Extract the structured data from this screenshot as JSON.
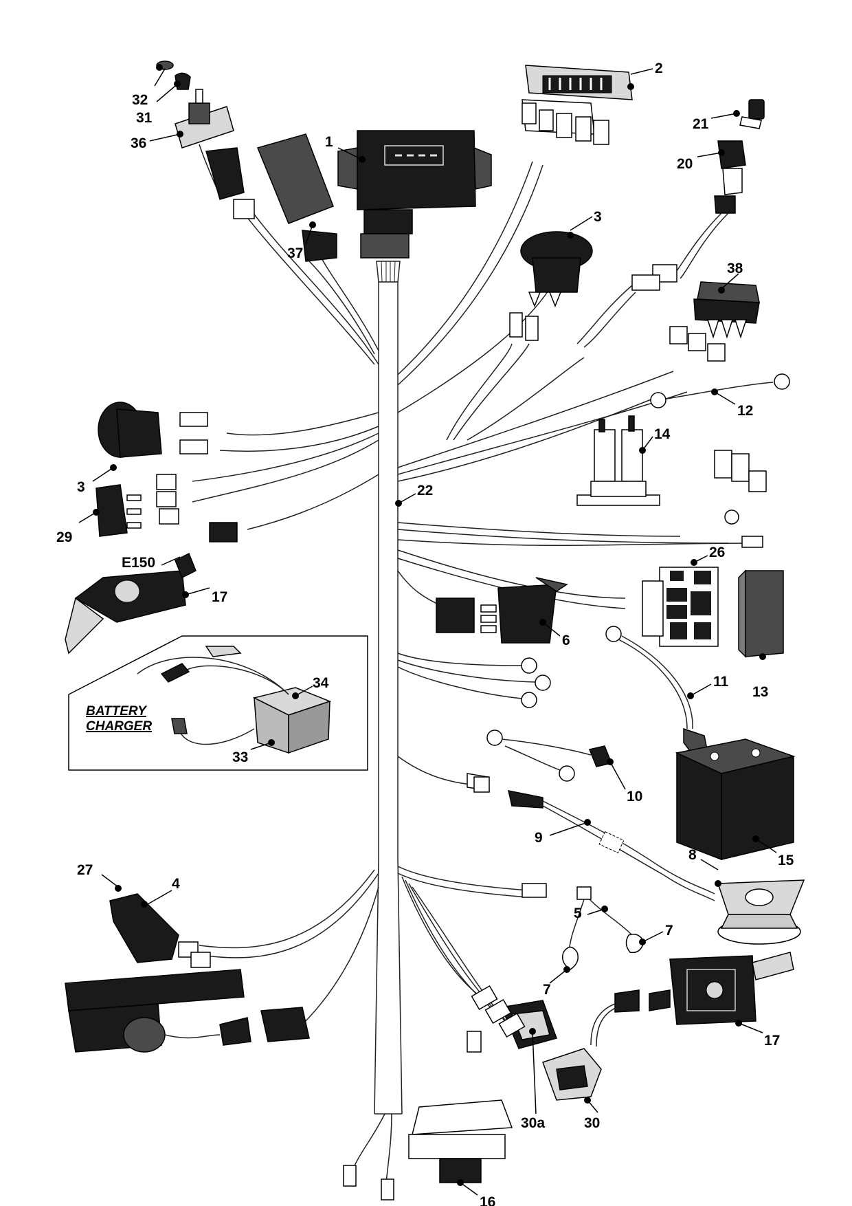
{
  "labels": [
    {
      "id": "1",
      "text": "1"
    },
    {
      "id": "2",
      "text": "2"
    },
    {
      "id": "3a",
      "text": "3"
    },
    {
      "id": "3b",
      "text": "3"
    },
    {
      "id": "4",
      "text": "4"
    },
    {
      "id": "5",
      "text": "5"
    },
    {
      "id": "6",
      "text": "6"
    },
    {
      "id": "7a",
      "text": "7"
    },
    {
      "id": "7b",
      "text": "7"
    },
    {
      "id": "8",
      "text": "8"
    },
    {
      "id": "9",
      "text": "9"
    },
    {
      "id": "10",
      "text": "10"
    },
    {
      "id": "11",
      "text": "11"
    },
    {
      "id": "12",
      "text": "12"
    },
    {
      "id": "13",
      "text": "13"
    },
    {
      "id": "14",
      "text": "14"
    },
    {
      "id": "15",
      "text": "15"
    },
    {
      "id": "16",
      "text": "16"
    },
    {
      "id": "17a",
      "text": "17"
    },
    {
      "id": "17b",
      "text": "17"
    },
    {
      "id": "20",
      "text": "20"
    },
    {
      "id": "21",
      "text": "21"
    },
    {
      "id": "22",
      "text": "22"
    },
    {
      "id": "26",
      "text": "26"
    },
    {
      "id": "27",
      "text": "27"
    },
    {
      "id": "29",
      "text": "29"
    },
    {
      "id": "30",
      "text": "30"
    },
    {
      "id": "30a",
      "text": "30a"
    },
    {
      "id": "31",
      "text": "31"
    },
    {
      "id": "32",
      "text": "32"
    },
    {
      "id": "33",
      "text": "33"
    },
    {
      "id": "34",
      "text": "34"
    },
    {
      "id": "36",
      "text": "36"
    },
    {
      "id": "37",
      "text": "37"
    },
    {
      "id": "38",
      "text": "38"
    },
    {
      "id": "E150",
      "text": "E150"
    }
  ],
  "charger_box": {
    "line1": "BATTERY",
    "line2": "CHARGER"
  },
  "colors": {
    "ink": "#000000",
    "part_dark": "#1a1a1a",
    "part_mid": "#4a4a4a",
    "part_light": "#d9d9d9",
    "background": "#ffffff"
  }
}
